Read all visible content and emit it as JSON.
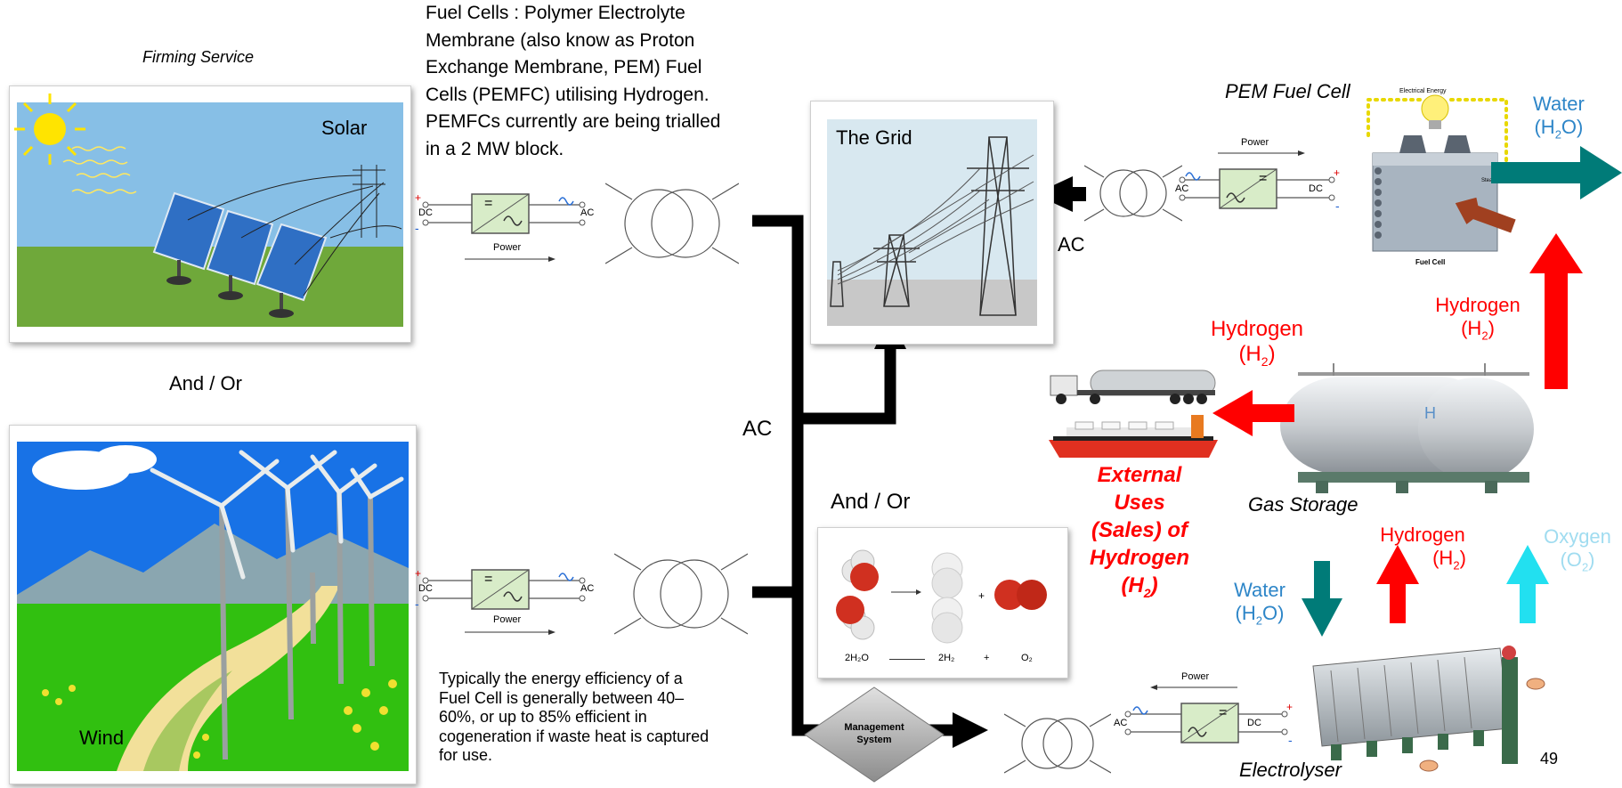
{
  "labels": {
    "firming_service": "Firming Service",
    "solar": "Solar",
    "and_or_left": "And / Or",
    "wind": "Wind",
    "fuel_cells_note": [
      "Fuel Cells : Polymer Electrolyte",
      "Membrane (also know as Proton",
      "Exchange Membrane, PEM) Fuel",
      "Cells (PEMFC) utilising Hydrogen.",
      "PEMFCs currently  are being trialled",
      "in a 2 MW block."
    ],
    "the_grid": "The Grid",
    "ac_bus": "AC",
    "ac_grid": "AC",
    "and_or_center": "And / Or",
    "efficiency_note": [
      "Typically the energy efficiency of a",
      "Fuel Cell is generally between 40–",
      "60%, or up to 85% efficient in",
      "cogeneration if waste heat is captured",
      "for use."
    ],
    "management_system": [
      "Management",
      "System"
    ],
    "pem_fuel_cell": "PEM Fuel Cell",
    "gas_storage": "Gas Storage",
    "electrolyser": "Electrolyser",
    "external_uses": [
      "External",
      "Uses",
      "(Sales) of",
      "Hydrogen",
      "(H",
      "2",
      ")"
    ],
    "page_number": "49"
  },
  "flows": {
    "water_out": {
      "word": "Water",
      "formula": "(H",
      "sub": "2",
      "tail": "O)"
    },
    "hydrogen_to_fc": {
      "word": "Hydrogen",
      "formula": "(H",
      "sub": "2",
      "tail": ")"
    },
    "hydrogen_sales": {
      "word": "Hydrogen",
      "formula": "(H",
      "sub": "2",
      "tail": ")"
    },
    "hydrogen_from_elec": {
      "word": "Hydrogen",
      "formula": "(H",
      "sub": "2",
      "tail": ")"
    },
    "oxygen": {
      "word": "Oxygen",
      "formula": "(O",
      "sub": "2",
      "tail": ")"
    },
    "water_in": {
      "word": "Water",
      "formula": "(H",
      "sub": "2",
      "tail": "O)"
    }
  },
  "converters": {
    "dc": "DC",
    "ac": "AC",
    "power": "Power",
    "eq": "="
  },
  "reaction": {
    "lhs": "2H₂O",
    "mid": "2H₂",
    "plus": "+",
    "rhs": "O₂"
  },
  "fuel_cell_diagram": {
    "electrical_energy": "Electrical Energy",
    "fuel_cell": "Fuel Cell",
    "steam": "Steam"
  },
  "colors": {
    "red": "#ff0000",
    "teal": "#007b78",
    "cyan": "#22e0f0",
    "blue_text": "#2e86c8",
    "light_blue_text": "#a0dcf0",
    "converter_fill": "#d8ecc8"
  }
}
